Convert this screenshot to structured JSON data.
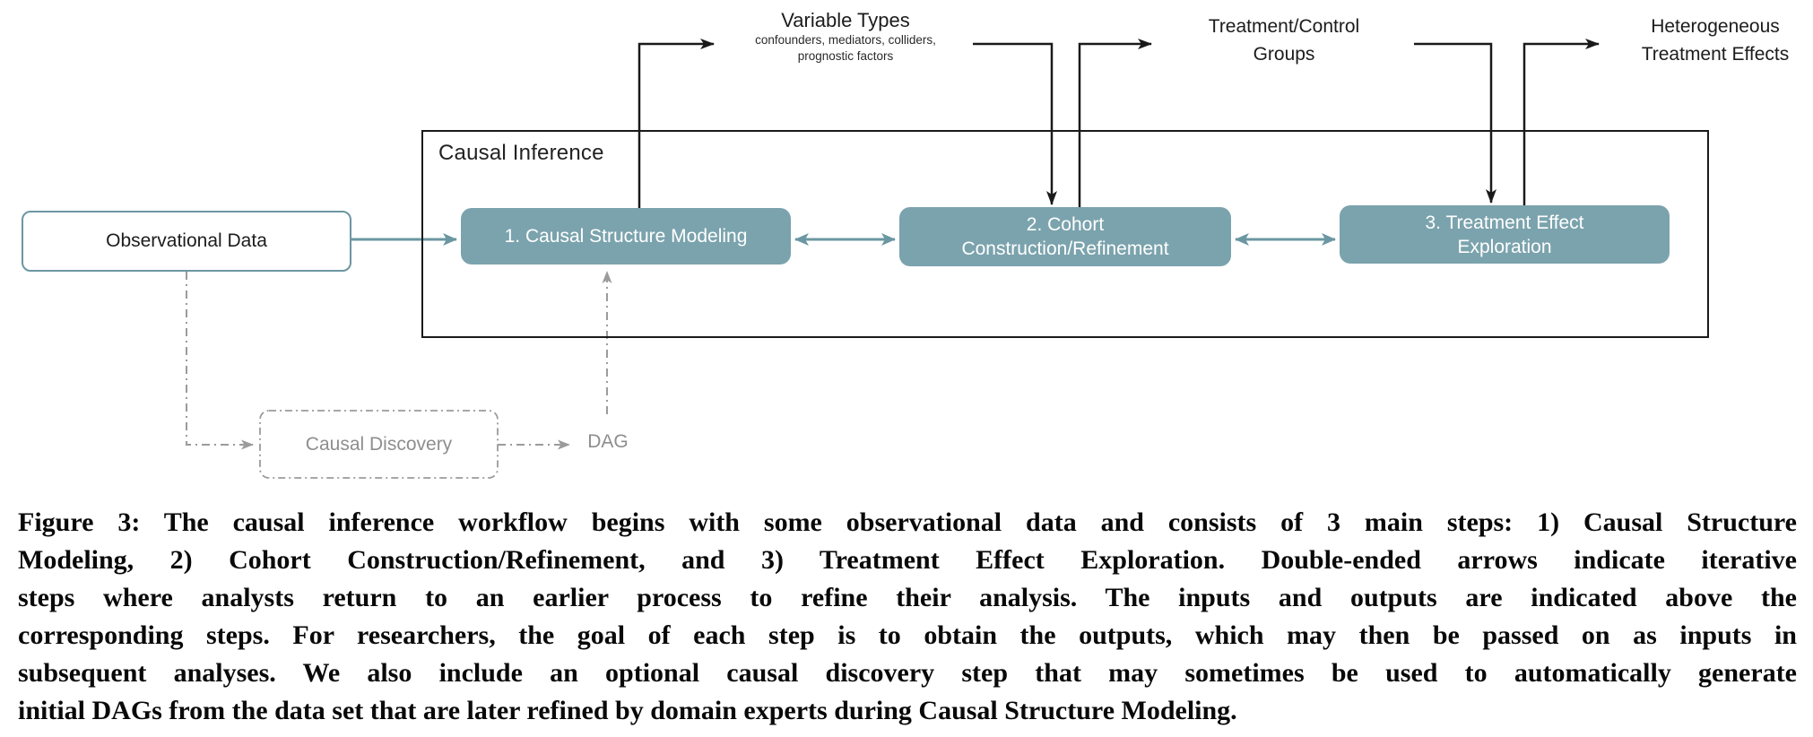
{
  "diagram": {
    "container_label": "Causal Inference",
    "observational_data_label": "Observational Data",
    "steps": [
      {
        "line1": "1. Causal Structure Modeling",
        "line2": ""
      },
      {
        "line1": "2. Cohort",
        "line2": "Construction/Refinement"
      },
      {
        "line1": "3. Treatment Effect",
        "line2": "Exploration"
      }
    ],
    "io_labels": {
      "variable_types": {
        "title": "Variable Types",
        "sub1": "confounders, mediators, colliders,",
        "sub2": "prognostic factors"
      },
      "treatment_control": {
        "line1": "Treatment/Control",
        "line2": "Groups"
      },
      "heterogeneous": {
        "line1": "Heterogeneous",
        "line2": "Treatment Effects"
      }
    },
    "discovery": {
      "box_label": "Causal Discovery",
      "output_label": "DAG"
    }
  },
  "caption": {
    "lines": [
      "Figure 3: The causal inference workflow begins with some observational data and consists of 3 main steps: 1) Causal Structure",
      "Modeling, 2) Cohort Construction/Refinement, and 3) Treatment Effect Exploration. Double-ended arrows indicate iterative",
      "steps where analysts return to an earlier process to refine their analysis. The inputs and outputs are indicated above the",
      "corresponding steps. For researchers, the goal of each step is to obtain the outputs, which may then be passed on as inputs in",
      "subsequent analyses. We also include an optional causal discovery step that may sometimes be used to automatically generate",
      "initial DAGs from the data set that are later refined by domain experts during Causal Structure Modeling."
    ]
  },
  "colors": {
    "teal_fill": "#7BA3AD",
    "teal_stroke": "#6B97A2",
    "line_black": "#1A1A1A",
    "gray_line": "#9B9B9B",
    "gray_text": "#8E8E8E"
  }
}
